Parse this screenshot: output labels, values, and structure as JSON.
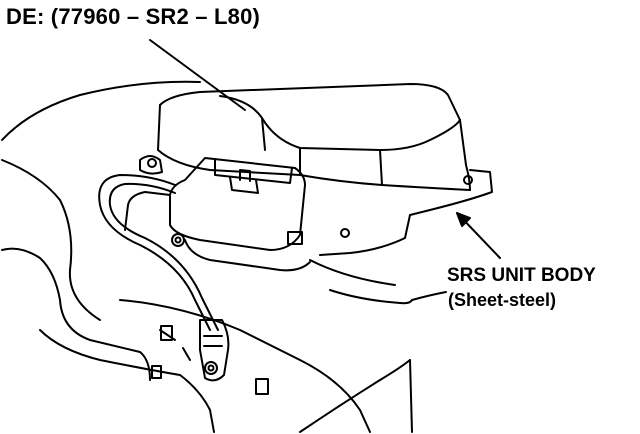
{
  "diagram": {
    "title": "DE: (77960 – SR2 – L80)",
    "callout": {
      "name": "SRS UNIT BODY",
      "material": "(Sheet-steel)"
    },
    "colors": {
      "ink": "#000000",
      "paper": "#ffffff"
    }
  }
}
